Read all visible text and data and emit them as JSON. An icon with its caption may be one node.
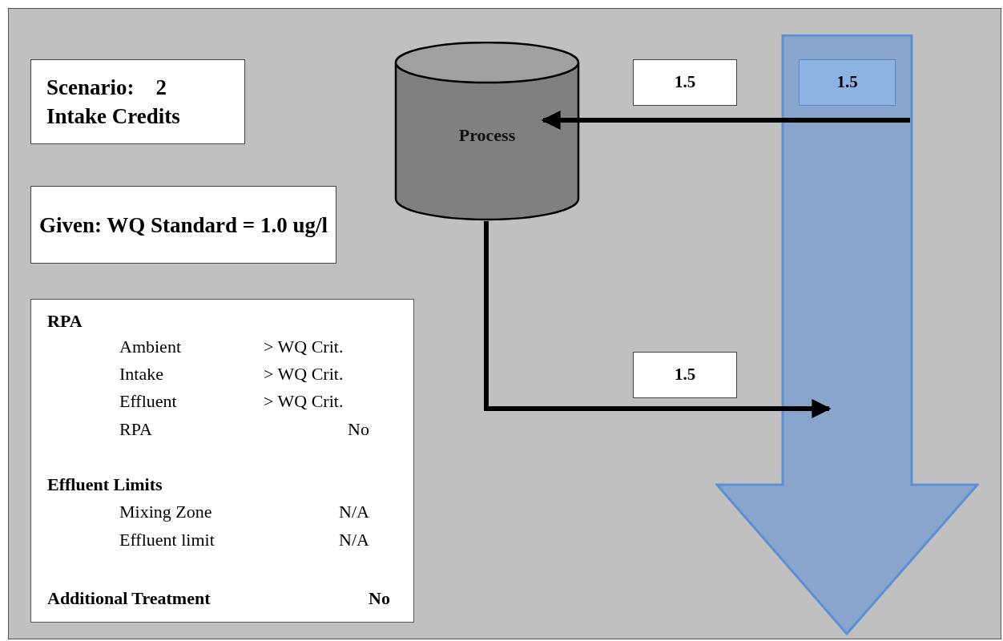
{
  "diagram": {
    "nodes": [
      {
        "text": [
          "Scenario:    2",
          "Intake Credits"
        ]
      },
      {
        "text": [
          "Given: WQ Standard = 1.0 ug/l"
        ]
      },
      {
        "text": [
          "RPA",
          "Ambient",
          "> WQ Crit.",
          "Intake",
          "> WQ Crit.",
          "Effluent",
          "> WQ Crit.",
          "RPA",
          "No",
          "Effluent Limits",
          "Mixing Zone",
          "N/A",
          "Effluent limit",
          "N/A",
          "Additional Treatment",
          "No"
        ]
      },
      {
        "text": [
          "Process"
        ]
      },
      {
        "text": [],
        "shape": "arrow"
      },
      {
        "text": [
          "1.5"
        ],
        "in": 4
      },
      {
        "text": [
          "1.5"
        ]
      },
      {
        "text": [
          "1.5"
        ]
      }
    ],
    "edges": [
      {
        "from": 4,
        "to": 3,
        "arrow": "to"
      },
      {
        "from": 3,
        "to": 4,
        "arrow": "to"
      }
    ]
  }
}
